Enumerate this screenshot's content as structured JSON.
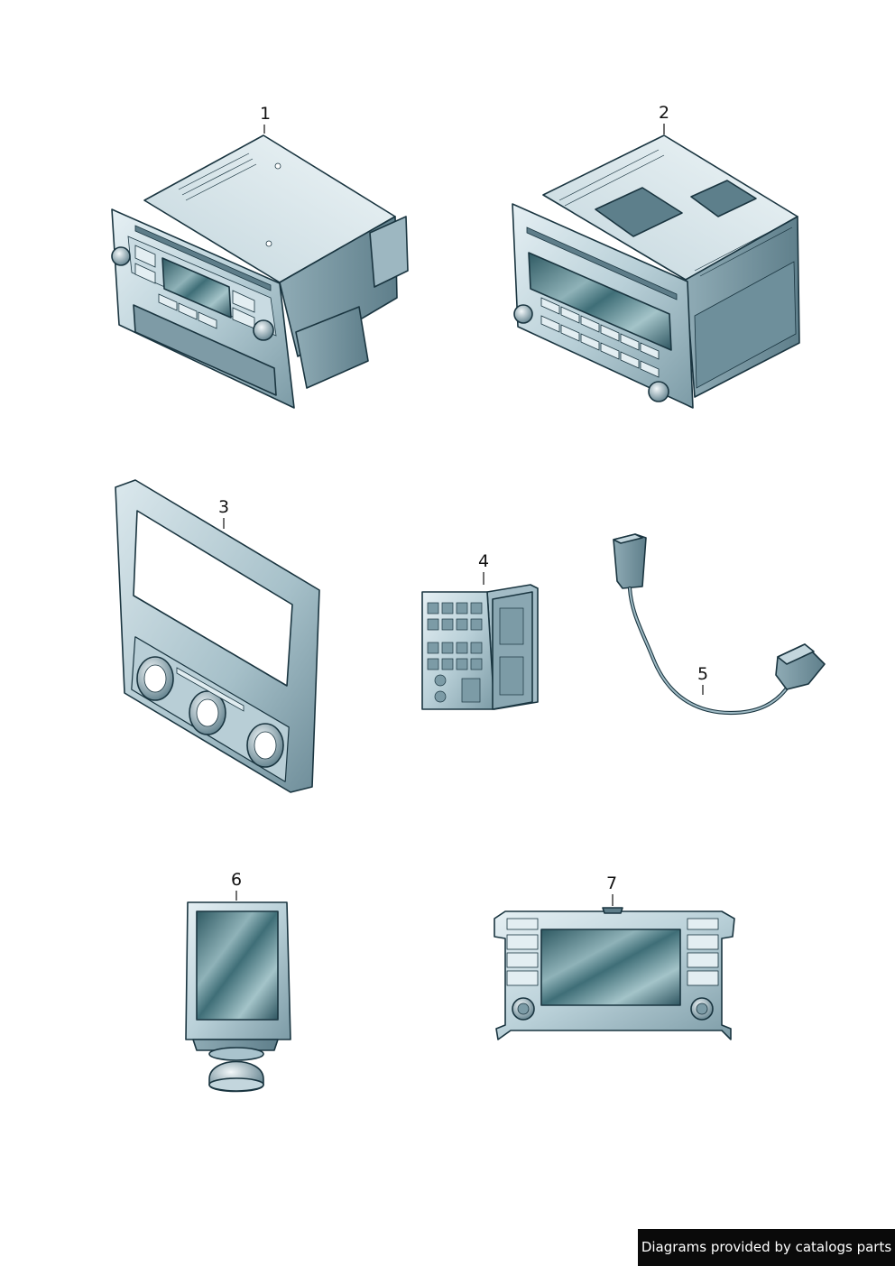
{
  "callouts": [
    {
      "id": "part-1",
      "number": "1",
      "part": "radio unit"
    },
    {
      "id": "part-2",
      "number": "2",
      "part": "radio unit"
    },
    {
      "id": "part-3",
      "number": "3",
      "part": "trim frame"
    },
    {
      "id": "part-4",
      "number": "4",
      "part": "connector housing"
    },
    {
      "id": "part-5",
      "number": "5",
      "part": "adapter cable"
    },
    {
      "id": "part-6",
      "number": "6",
      "part": "display"
    },
    {
      "id": "part-7",
      "number": "7",
      "part": "navigation unit"
    }
  ],
  "credit": "Diagrams provided by catalogs parts",
  "colors": {
    "body_light": "#d9e8ee",
    "body_mid": "#a9c3cd",
    "body_dark": "#6f8e9a",
    "outline": "#1a3540",
    "screen": "#3d6b74",
    "banner": "#0a0a0a"
  }
}
